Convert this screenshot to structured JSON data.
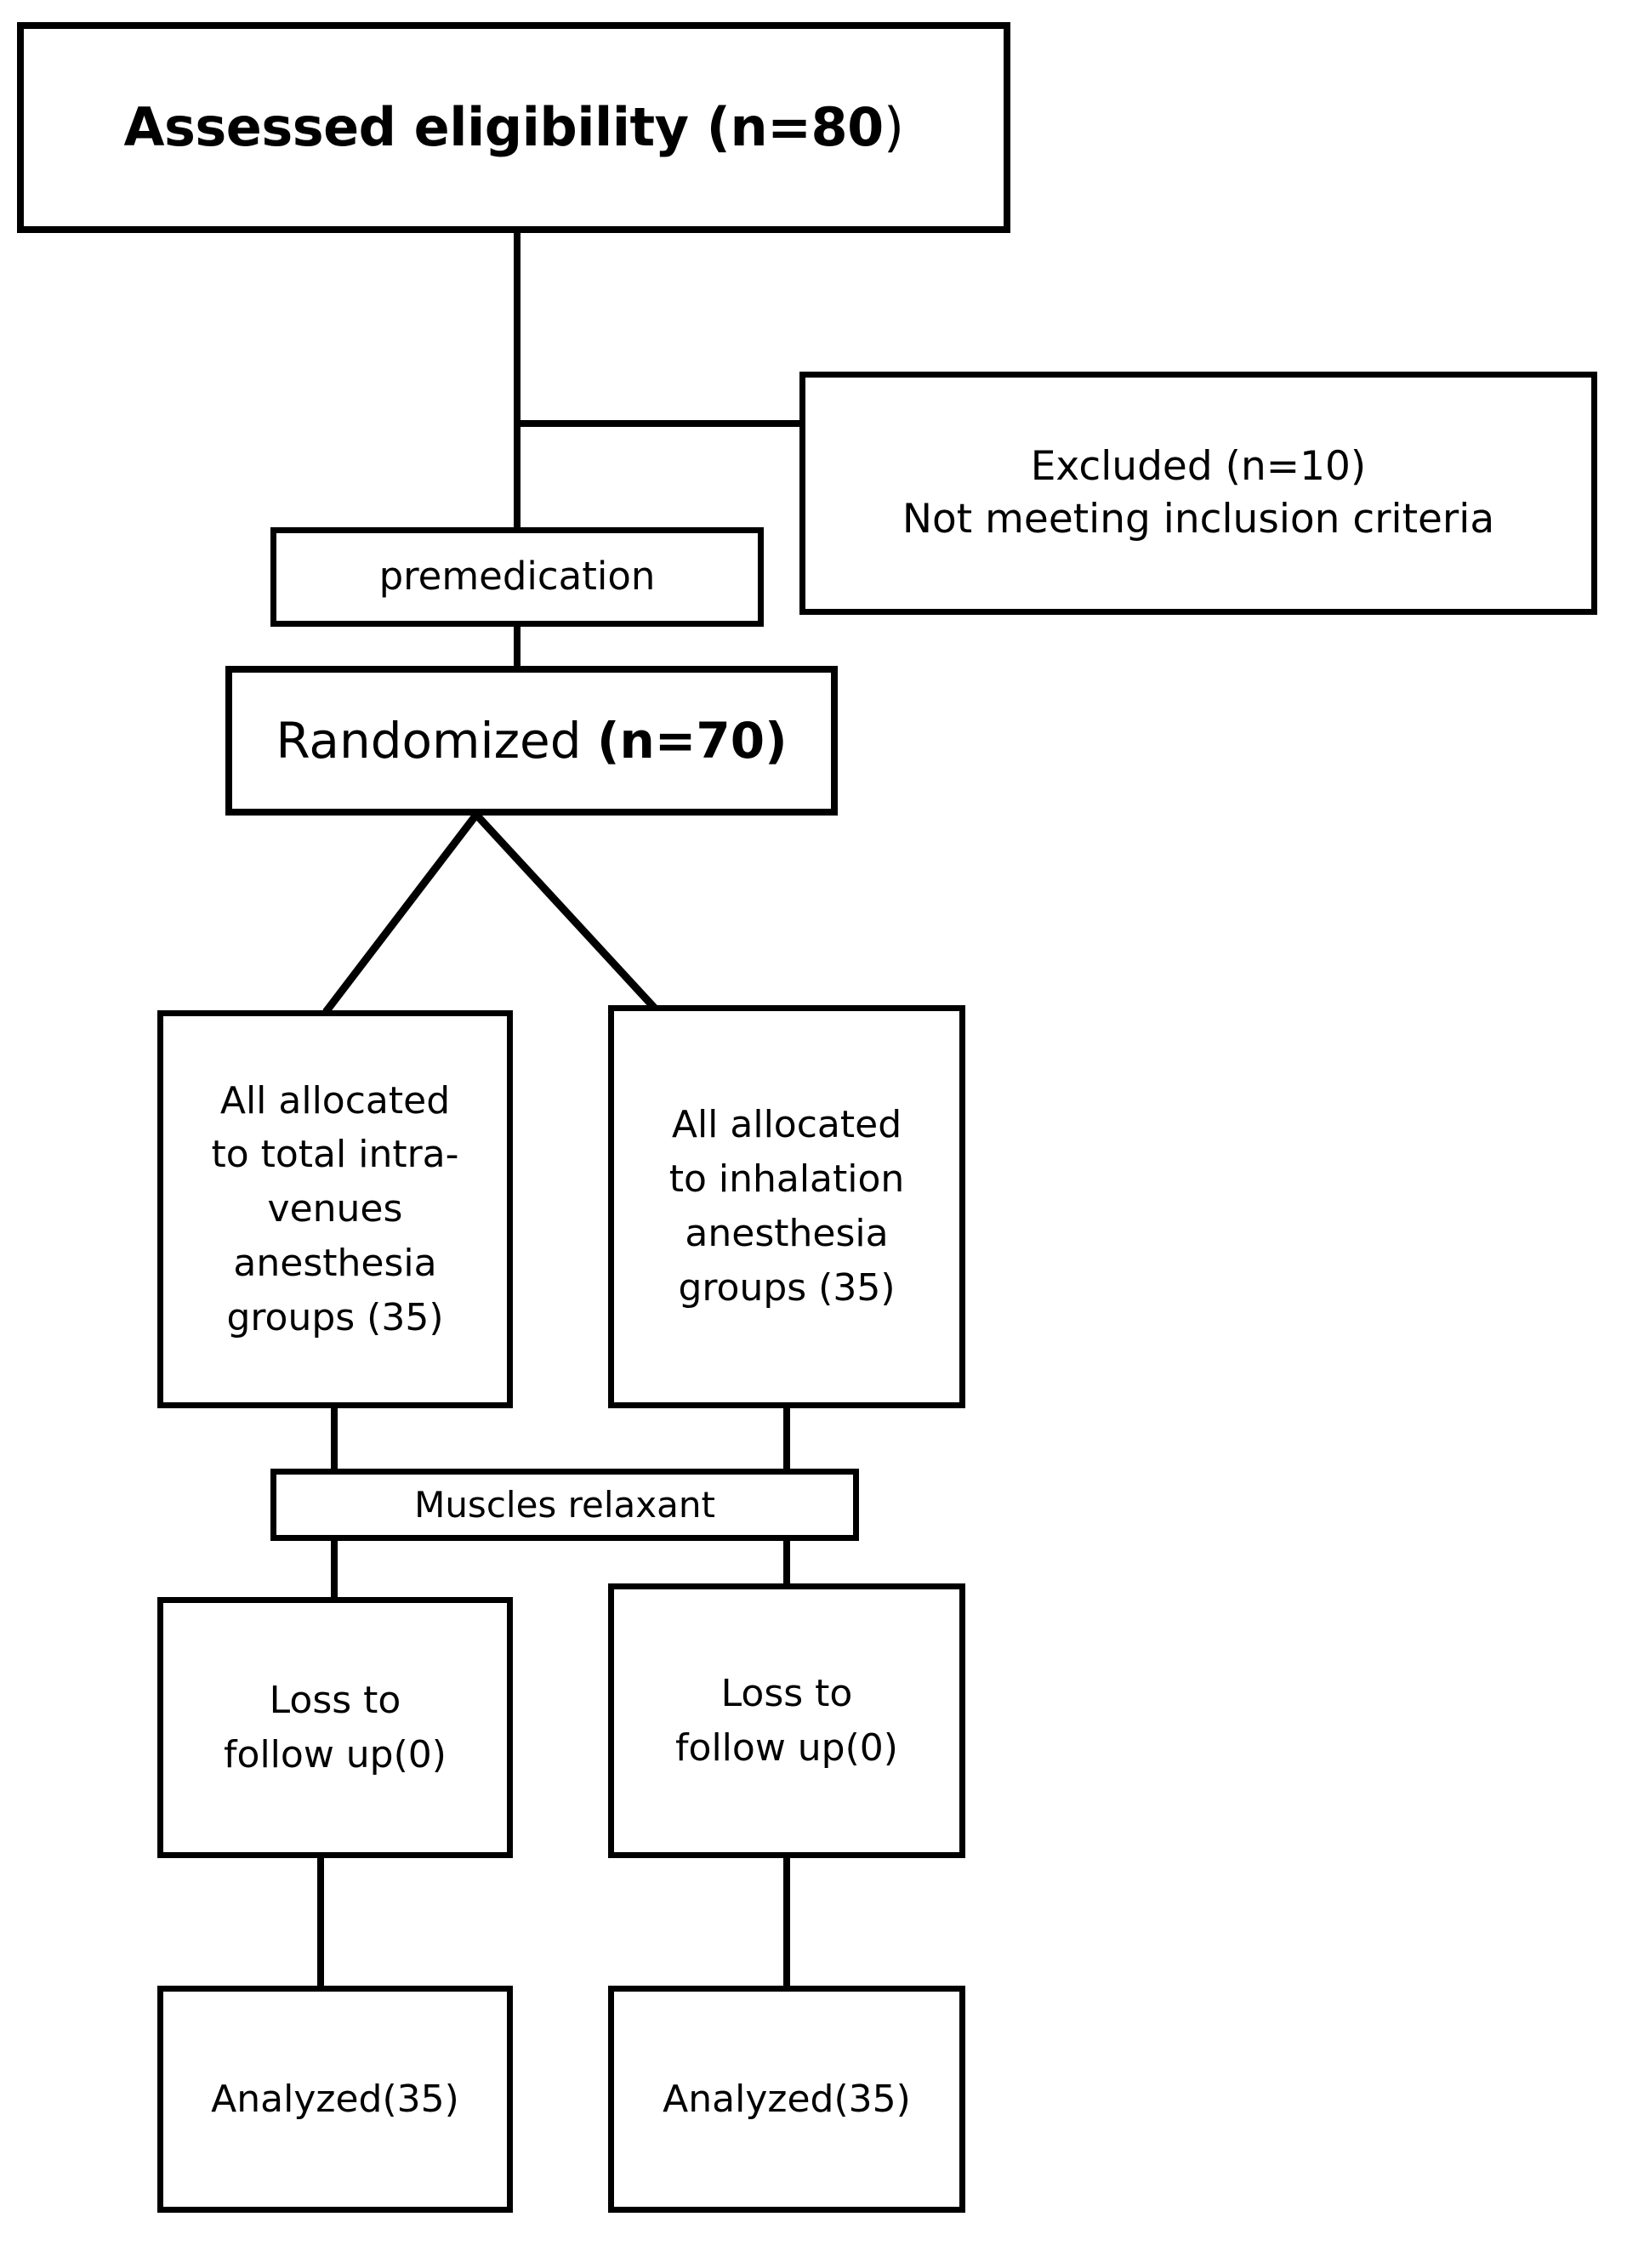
{
  "diagram": {
    "type": "consort-flow-diagram",
    "title": "CONSORT participant flow diagram",
    "colors": {
      "background": "#ffffff",
      "stroke": "#000000",
      "text": "#000000"
    },
    "nodes": {
      "assessed": {
        "label": "Assessed eligibility (n=80)",
        "label_bold_part": "Assessed eligibility (n=80",
        "label_tail": ")",
        "count": 80
      },
      "excluded": {
        "label": "Excluded (n=10)\nNot meeting inclusion criteria",
        "line1": "Excluded (n=10)",
        "line2": "Not meeting inclusion criteria",
        "count": 10
      },
      "premedication": {
        "label": "premedication"
      },
      "randomized": {
        "label": "Randomized (n=70)",
        "label_head": "Randomized ",
        "label_bold_part": "(n=70)",
        "count": 70
      },
      "alloc_left": {
        "label": "All allocated\nto total intra-\nvenues\nanesthesia\ngroups (35)",
        "count": 35
      },
      "alloc_right": {
        "label": "All allocated\nto inhalation\nanesthesia\ngroups (35)",
        "count": 35
      },
      "muscles_relaxant": {
        "label": "Muscles relaxant"
      },
      "loss_left": {
        "label": "Loss to\nfollow up(0)",
        "count": 0
      },
      "loss_right": {
        "label": "Loss to\nfollow up(0)",
        "count": 0
      },
      "analyzed_left": {
        "label": "Analyzed(35)",
        "count": 35
      },
      "analyzed_right": {
        "label": "Analyzed(35)",
        "count": 35
      }
    }
  }
}
